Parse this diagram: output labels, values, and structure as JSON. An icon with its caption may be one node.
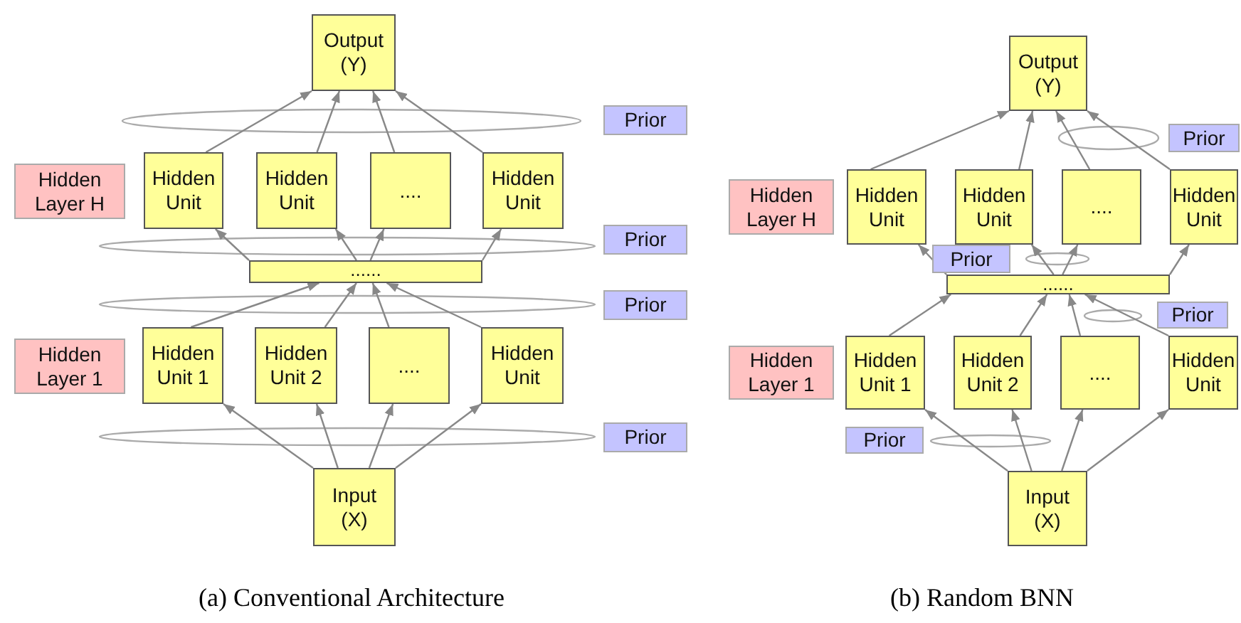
{
  "diagram": {
    "nodes": [
      {
        "text": [
          "Output (Y)"
        ]
      },
      {
        "text": [
          "Prior"
        ]
      },
      {
        "text": [
          "Hidden Layer H"
        ]
      },
      {
        "text": [
          "Hidden Unit"
        ]
      },
      {
        "text": [
          "Hidden Unit"
        ]
      },
      {
        "text": [
          "...."
        ]
      },
      {
        "text": [
          "Hidden Unit"
        ]
      },
      {
        "text": [
          "Prior"
        ]
      },
      {
        "text": [
          "......"
        ]
      },
      {
        "text": [
          "Prior"
        ]
      },
      {
        "text": [
          "Hidden Layer 1"
        ]
      },
      {
        "text": [
          "Hidden Unit 1"
        ]
      },
      {
        "text": [
          "Hidden Unit 2"
        ]
      },
      {
        "text": [
          "...."
        ]
      },
      {
        "text": [
          "Hidden Unit"
        ]
      },
      {
        "text": [
          "Prior"
        ]
      },
      {
        "text": [
          "Input (X)"
        ]
      },
      {
        "text": [
          "Output (Y)"
        ]
      },
      {
        "text": [
          "Prior"
        ]
      },
      {
        "text": [
          "Hidden Layer H"
        ]
      },
      {
        "text": [
          "Hidden Unit"
        ]
      },
      {
        "text": [
          "Hidden Unit"
        ]
      },
      {
        "text": [
          "...."
        ]
      },
      {
        "text": [
          "Hidden Unit"
        ]
      },
      {
        "text": [
          "Prior"
        ]
      },
      {
        "text": [
          "......"
        ]
      },
      {
        "text": [
          "Prior"
        ]
      },
      {
        "text": [
          "Hidden Layer 1"
        ]
      },
      {
        "text": [
          "Hidden Unit 1"
        ]
      },
      {
        "text": [
          "Hidden Unit 2"
        ]
      },
      {
        "text": [
          "...."
        ]
      },
      {
        "text": [
          "Hidden Unit"
        ]
      },
      {
        "text": [
          "Prior"
        ]
      },
      {
        "text": [
          "Input (X)"
        ]
      }
    ],
    "edges": [
      {
        "from": 3,
        "to": 0,
        "arrow": "to"
      },
      {
        "from": 4,
        "to": 0,
        "arrow": "to"
      },
      {
        "from": 5,
        "to": 0,
        "arrow": "to"
      },
      {
        "from": 6,
        "to": 0,
        "arrow": "to"
      },
      {
        "from": 8,
        "to": 3,
        "arrow": "to"
      },
      {
        "from": 8,
        "to": 4,
        "arrow": "to"
      },
      {
        "from": 8,
        "to": 5,
        "arrow": "to"
      },
      {
        "from": 8,
        "to": 6,
        "arrow": "to"
      },
      {
        "from": 11,
        "to": 8,
        "arrow": "to"
      },
      {
        "from": 12,
        "to": 8,
        "arrow": "to"
      },
      {
        "from": 13,
        "to": 8,
        "arrow": "to"
      },
      {
        "from": 14,
        "to": 8,
        "arrow": "to"
      },
      {
        "from": 16,
        "to": 11,
        "arrow": "to"
      },
      {
        "from": 16,
        "to": 12,
        "arrow": "to"
      },
      {
        "from": 16,
        "to": 13,
        "arrow": "to"
      },
      {
        "from": 16,
        "to": 14,
        "arrow": "to"
      },
      {
        "from": 20,
        "to": 17,
        "arrow": "to"
      },
      {
        "from": 21,
        "to": 17,
        "arrow": "to"
      },
      {
        "from": 22,
        "to": 17,
        "arrow": "to"
      },
      {
        "from": 23,
        "to": 17,
        "arrow": "to"
      },
      {
        "from": 25,
        "to": 20,
        "arrow": "to"
      },
      {
        "from": 25,
        "to": 21,
        "arrow": "to"
      },
      {
        "from": 25,
        "to": 22,
        "arrow": "to"
      },
      {
        "from": 25,
        "to": 23,
        "arrow": "to"
      },
      {
        "from": 28,
        "to": 25,
        "arrow": "to"
      },
      {
        "from": 29,
        "to": 25,
        "arrow": "to"
      },
      {
        "from": 30,
        "to": 25,
        "arrow": "to"
      },
      {
        "from": 31,
        "to": 25,
        "arrow": "to"
      },
      {
        "from": 33,
        "to": 28,
        "arrow": "to"
      },
      {
        "from": 33,
        "to": 29,
        "arrow": "to"
      },
      {
        "from": 33,
        "to": 30,
        "arrow": "to"
      },
      {
        "from": 33,
        "to": 31,
        "arrow": "to"
      }
    ],
    "labels": [
      "(a) Conventional Architecture",
      "(b) Random BNN"
    ]
  }
}
